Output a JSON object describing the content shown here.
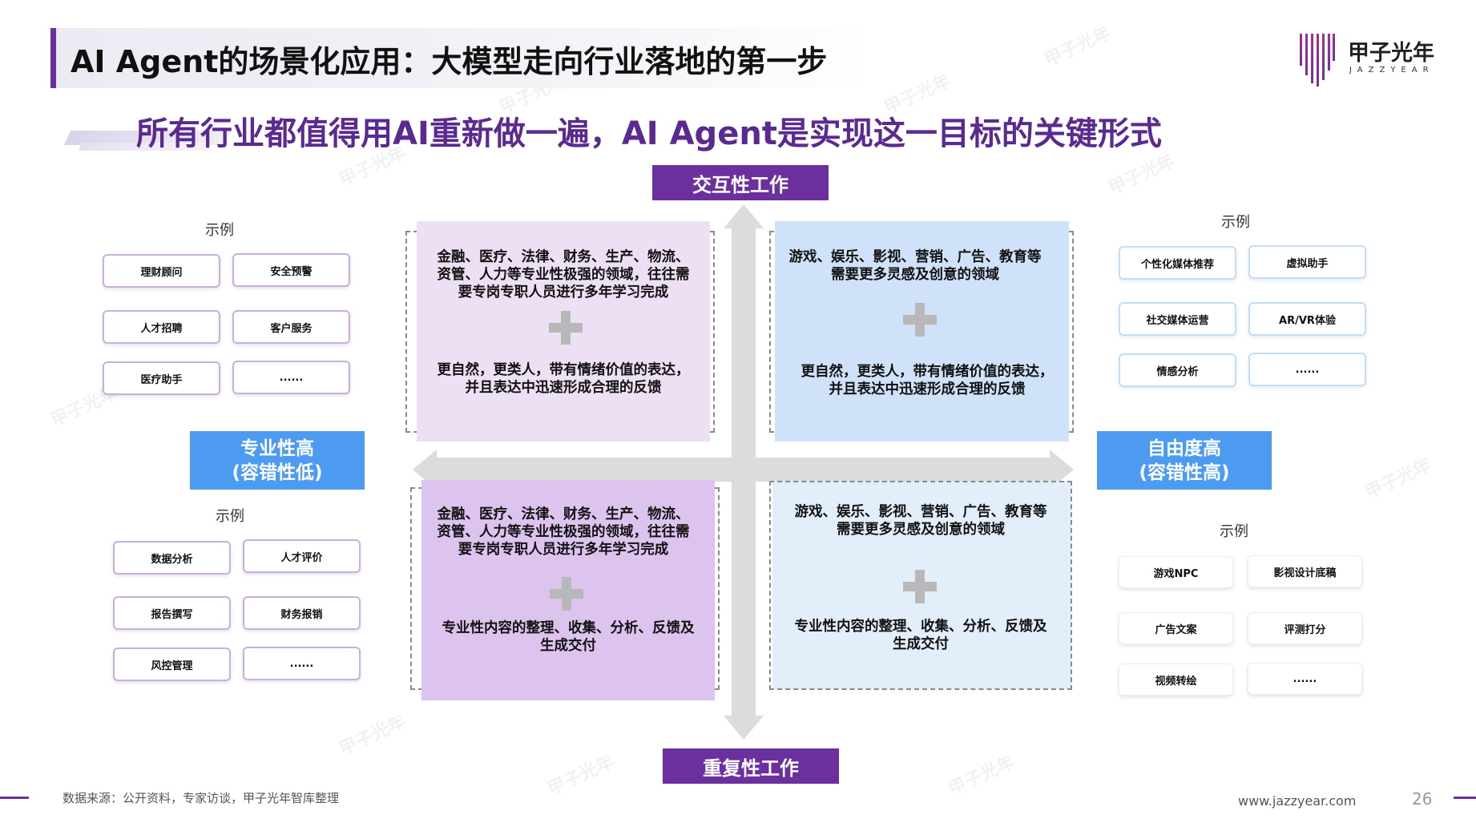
{
  "header": {
    "title": "AI Agent的场景化应用：大模型走向行业落地的第一步",
    "subtitle": "所有行业都值得用AI重新做一遍，AI Agent是实现这一目标的关键形式"
  },
  "logo": {
    "cn": "甲子光年",
    "en": "JAZZYEAR"
  },
  "axes": {
    "top": "交互性工作",
    "bottom": "重复性工作",
    "left": {
      "line1": "专业性高",
      "line2": "(容错性低)"
    },
    "right": {
      "line1": "自由度高",
      "line2": "(容错性高)"
    }
  },
  "quadrants": {
    "top_left": {
      "top_text": "金融、医疗、法律、财务、生产、物流、资管、人力等专业性极强的领域，往往需要专岗专职人员进行多年学习完成",
      "bottom_text": "更自然，更类人，带有情绪价值的表达，并且表达中迅速形成合理的反馈"
    },
    "top_right": {
      "top_text": "游戏、娱乐、影视、营销、广告、教育等需要更多灵感及创意的领域",
      "bottom_text": "更自然，更类人，带有情绪价值的表达，并且表达中迅速形成合理的反馈"
    },
    "bottom_left": {
      "top_text": "金融、医疗、法律、财务、生产、物流、资管、人力等专业性极强的领域，往往需要专岗专职人员进行多年学习完成",
      "bottom_text": "专业性内容的整理、收集、分析、反馈及生成交付"
    },
    "bottom_right": {
      "top_text": "游戏、娱乐、影视、营销、广告、教育等需要更多灵感及创意的领域",
      "bottom_text": "专业性内容的整理、收集、分析、反馈及生成交付"
    }
  },
  "examples": {
    "label": "示例",
    "top_left": [
      "理财顾问",
      "安全预警",
      "人才招聘",
      "客户服务",
      "医疗助手",
      "......"
    ],
    "bottom_left": [
      "数据分析",
      "人才评价",
      "报告撰写",
      "财务报销",
      "风控管理",
      "......"
    ],
    "top_right": [
      "个性化媒体推荐",
      "虚拟助手",
      "社交媒体运营",
      "AR/VR体验",
      "情感分析",
      "......"
    ],
    "bottom_right": [
      "游戏NPC",
      "影视设计底稿",
      "广告文案",
      "评测打分",
      "视频转绘",
      "......"
    ]
  },
  "footer": {
    "source": "数据来源：公开资料，专家访谈，甲子光年智库整理",
    "url": "www.jazzyear.com",
    "page": "26"
  },
  "colors": {
    "accent_purple": "#6b2f9e",
    "accent_blue": "#4d9bf0",
    "quad_top_left": "#ede0f5",
    "quad_top_right": "#cfe2f9",
    "quad_bottom_left": "#dcc4ee",
    "quad_bottom_right": "#e3eefb",
    "axis_arrow": "#dcdcdc"
  }
}
